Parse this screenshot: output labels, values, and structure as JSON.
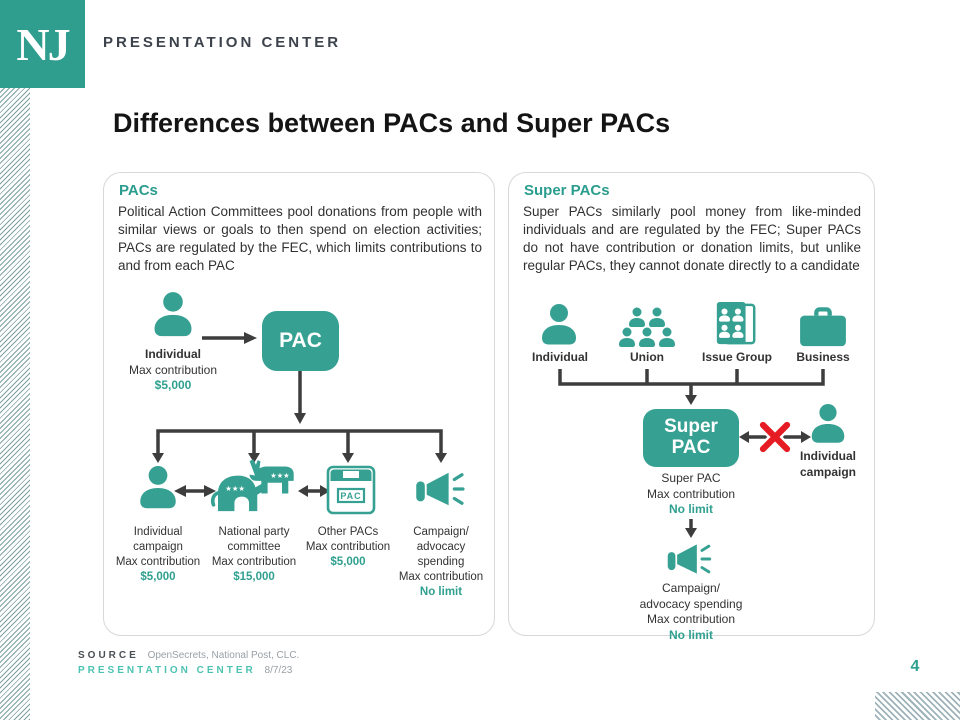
{
  "colors": {
    "accent_teal": "#36a192",
    "text_teal": "#2fa08f",
    "footer_teal": "#4cc3b1",
    "arrow_dark": "#3d3d3d",
    "red_x": "#e51c23"
  },
  "header": {
    "logo_text": "NJ",
    "brand": "PRESENTATION CENTER"
  },
  "title": "Differences between PACs and Super PACs",
  "pac_panel": {
    "heading": "PACs",
    "description": "Political Action Committees pool donations from people with similar views or goals to then spend on election activities; PACs are regulated by the FEC, which limits contributions to and from each PAC",
    "donor": {
      "icon": "person-icon",
      "label": "Individual",
      "sub": "Max contribution",
      "value": "$5,000"
    },
    "box_label": "PAC",
    "recipients": [
      {
        "icon": "person-icon",
        "label": "Individual\ncampaign",
        "sub": "Max contribution",
        "value": "$5,000"
      },
      {
        "icon": "party-animals-icon",
        "label": "National party\ncommittee",
        "sub": "Max contribution",
        "value": "$15,000"
      },
      {
        "icon": "pac-file-icon",
        "label": "Other PACs",
        "sub": "Max contribution",
        "value": "$5,000"
      },
      {
        "icon": "megaphone-icon",
        "label": "Campaign/\nadvocacy\nspending",
        "sub": "Max contribution",
        "value": "No limit"
      }
    ]
  },
  "superpac_panel": {
    "heading": "Super PACs",
    "description": "Super PACs similarly pool money from like-minded individuals and are regulated by the FEC; Super PACs do not have contribution or donation limits, but unlike regular PACs, they cannot donate directly to a candidate",
    "donors": [
      {
        "icon": "person-icon",
        "label": "Individual"
      },
      {
        "icon": "union-people-icon",
        "label": "Union"
      },
      {
        "icon": "issue-group-icon",
        "label": "Issue Group"
      },
      {
        "icon": "briefcase-icon",
        "label": "Business"
      }
    ],
    "box_label": "Super PAC",
    "caption": {
      "label": "Super PAC",
      "sub": "Max contribution",
      "value": "No limit"
    },
    "blocked": {
      "icon": "person-icon",
      "label": "Individual\ncampaign"
    },
    "spending": {
      "icon": "megaphone-icon",
      "label": "Campaign/\nadvocacy spending",
      "sub": "Max contribution",
      "value": "No limit"
    }
  },
  "footer": {
    "source_label": "SOURCE",
    "source_text": "OpenSecrets, National Post, CLC.",
    "brand_label": "PRESENTATION CENTER",
    "date": "8/7/23",
    "page_number": "4"
  }
}
